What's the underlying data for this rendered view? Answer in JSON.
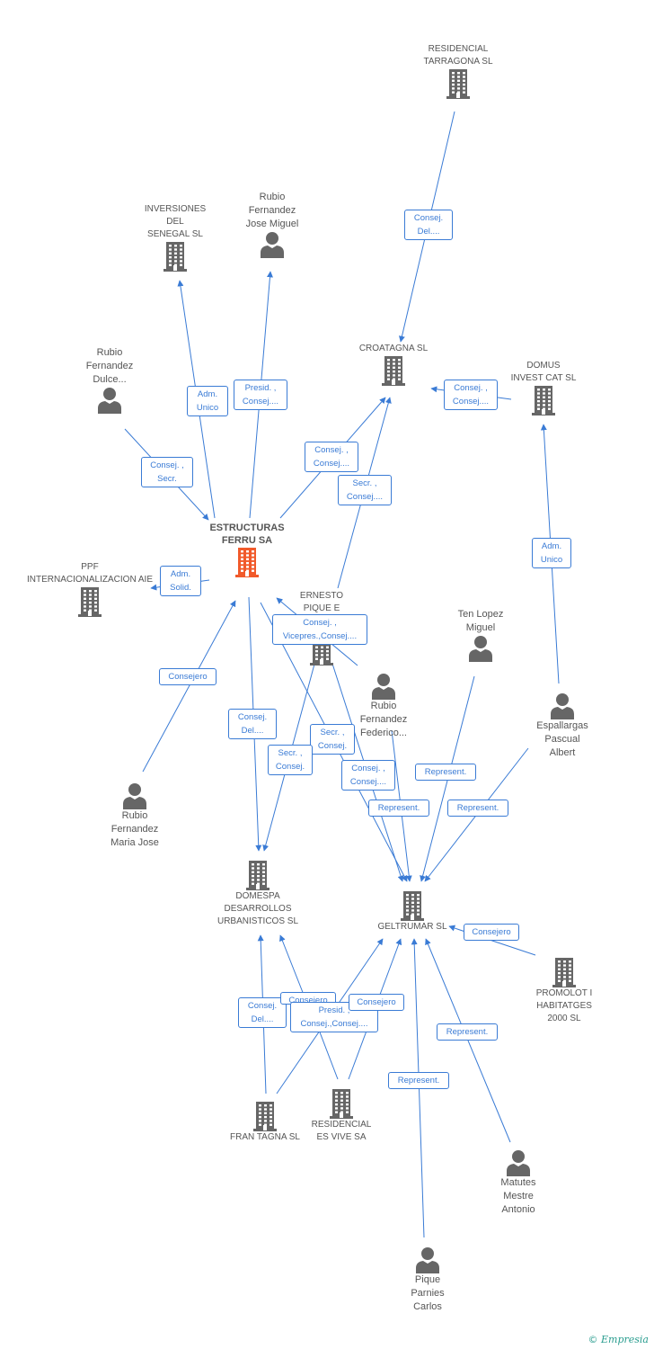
{
  "colors": {
    "edge": "#3a7bd5",
    "node_icon": "#666666",
    "main_icon": "#f15a2b",
    "label": "#555555"
  },
  "nodes": [
    {
      "id": "residencial-tarragona",
      "kind": "company",
      "label": "RESIDENCIAL\nTARRAGONA SL"
    },
    {
      "id": "inversiones-senegal",
      "kind": "company",
      "label": "INVERSIONES\nDEL\nSENEGAL SL"
    },
    {
      "id": "rubio-jose-miguel",
      "kind": "person",
      "label": "Rubio\nFernandez\nJose Miguel"
    },
    {
      "id": "croatagna",
      "kind": "company",
      "label": "CROATAGNA SL"
    },
    {
      "id": "domus-invest",
      "kind": "company",
      "label": "DOMUS\nINVEST CAT SL"
    },
    {
      "id": "rubio-dulce",
      "kind": "person",
      "label": "Rubio\nFernandez\nDulce..."
    },
    {
      "id": "estructuras-ferru",
      "kind": "main",
      "label": "ESTRUCTURAS\nFERRU SA"
    },
    {
      "id": "ppf",
      "kind": "company",
      "label": "PPF\nINTERNACIONALIZACION AIE"
    },
    {
      "id": "ernesto",
      "kind": "company",
      "label": "ERNESTO\nPIQUE E"
    },
    {
      "id": "ten-lopez",
      "kind": "person",
      "label": "Ten Lopez\nMiguel"
    },
    {
      "id": "rubio-federico",
      "kind": "person",
      "label": "Rubio\nFernandez\nFederico..."
    },
    {
      "id": "espallargas",
      "kind": "person",
      "label": "Espallargas\nPascual\nAlbert"
    },
    {
      "id": "rubio-maria-jose",
      "kind": "person",
      "label": "Rubio\nFernandez\nMaria Jose"
    },
    {
      "id": "domespa",
      "kind": "company",
      "label": "DOMESPA\nDESARROLLOS\nURBANISTICOS SL"
    },
    {
      "id": "geltrumar",
      "kind": "company",
      "label": "GELTRUMAR SL"
    },
    {
      "id": "promolot",
      "kind": "company",
      "label": "PROMOLOT I\nHABITATGES\n2000 SL"
    },
    {
      "id": "fran-tagna",
      "kind": "company",
      "label": "FRAN TAGNA SL"
    },
    {
      "id": "residencial-es-vive",
      "kind": "company",
      "label": "RESIDENCIAL\nES VIVE SA"
    },
    {
      "id": "matutes",
      "kind": "person",
      "label": "Matutes\nMestre\nAntonio"
    },
    {
      "id": "pique-parnies",
      "kind": "person",
      "label": "Pique\nParnies\nCarlos"
    }
  ],
  "edge_labels": [
    {
      "id": "e1",
      "text": "Consej.\nDel...."
    },
    {
      "id": "e2",
      "text": "Consej. ,\nConsej...."
    },
    {
      "id": "e3",
      "text": "Adm.\nUnico"
    },
    {
      "id": "e4",
      "text": "Presid. ,\nConsej...."
    },
    {
      "id": "e5",
      "text": "Consej. ,\nSecr."
    },
    {
      "id": "e6",
      "text": "Consej. ,\nConsej...."
    },
    {
      "id": "e7",
      "text": "Secr. ,\nConsej...."
    },
    {
      "id": "e8",
      "text": "Adm.\nUnico"
    },
    {
      "id": "e9",
      "text": "Adm.\nSolid."
    },
    {
      "id": "e10",
      "text": "Consej. ,\nVicepres.,Consej...."
    },
    {
      "id": "e11",
      "text": "Consejero"
    },
    {
      "id": "e12",
      "text": "Consej.\nDel...."
    },
    {
      "id": "e13",
      "text": "Secr. ,\nConsej."
    },
    {
      "id": "e14",
      "text": "Secr. ,\nConsej."
    },
    {
      "id": "e15",
      "text": "Consej. ,\nConsej...."
    },
    {
      "id": "e16",
      "text": "Represent."
    },
    {
      "id": "e17",
      "text": "Represent."
    },
    {
      "id": "e18",
      "text": "Represent."
    },
    {
      "id": "e19",
      "text": "Consejero"
    },
    {
      "id": "e20",
      "text": "Consej.\nDel...."
    },
    {
      "id": "e21",
      "text": "Consejero"
    },
    {
      "id": "e22",
      "text": "Presid. ,\nConsej.,Consej...."
    },
    {
      "id": "e23",
      "text": "Consejero"
    },
    {
      "id": "e24",
      "text": "Represent."
    },
    {
      "id": "e25",
      "text": "Represent."
    }
  ],
  "brand": {
    "copyright": "©",
    "name": "Empresia"
  }
}
